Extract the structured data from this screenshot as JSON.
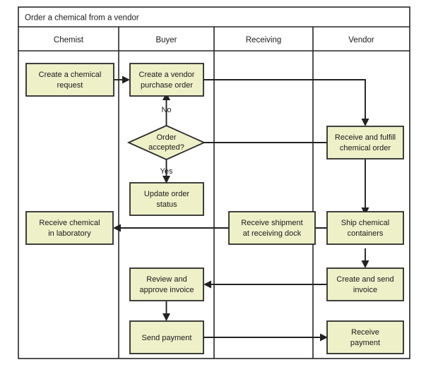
{
  "diagram": {
    "title": "Order a chemical from a vendor",
    "type": "cross-functional-flowchart",
    "lanes": [
      {
        "id": "chemist",
        "label": "Chemist"
      },
      {
        "id": "buyer",
        "label": "Buyer"
      },
      {
        "id": "receiving",
        "label": "Receiving"
      },
      {
        "id": "vendor",
        "label": "Vendor"
      }
    ],
    "nodes": [
      {
        "id": "create-chemical-request",
        "lane": "chemist",
        "shape": "process",
        "line1": "Create a chemical",
        "line2": "request"
      },
      {
        "id": "create-vendor-purchase-order",
        "lane": "buyer",
        "shape": "process",
        "line1": "Create a vendor",
        "line2": "purchase order"
      },
      {
        "id": "order-accepted",
        "lane": "buyer",
        "shape": "decision",
        "line1": "Order",
        "line2": "accepted?"
      },
      {
        "id": "update-order-status",
        "lane": "buyer",
        "shape": "process",
        "line1": "Update order",
        "line2": "status"
      },
      {
        "id": "receive-chemical-in-laboratory",
        "lane": "chemist",
        "shape": "process",
        "line1": "Receive chemical",
        "line2": "in laboratory"
      },
      {
        "id": "receive-shipment-at-receiving-dock",
        "lane": "receiving",
        "shape": "process",
        "line1": "Receive shipment",
        "line2": "at receiving dock"
      },
      {
        "id": "receive-and-fulfill-chemical-order",
        "lane": "vendor",
        "shape": "process",
        "line1": "Receive and fulfill",
        "line2": "chemical order"
      },
      {
        "id": "ship-chemical-containers",
        "lane": "vendor",
        "shape": "process",
        "line1": "Ship chemical",
        "line2": "containers"
      },
      {
        "id": "review-and-approve-invoice",
        "lane": "buyer",
        "shape": "process",
        "line1": "Review and",
        "line2": "approve invoice"
      },
      {
        "id": "create-and-send-invoice",
        "lane": "vendor",
        "shape": "process",
        "line1": "Create and send",
        "line2": "invoice"
      },
      {
        "id": "send-payment",
        "lane": "buyer",
        "shape": "process",
        "line1": "Send payment",
        "line2": ""
      },
      {
        "id": "receive-payment",
        "lane": "vendor",
        "shape": "process",
        "line1": "Receive",
        "line2": "payment"
      }
    ],
    "edge_labels": {
      "decision_no": "No",
      "decision_yes": "Yes"
    },
    "colors": {
      "node_fill": "#eef0c8",
      "node_stroke": "#2b2b2b",
      "frame_stroke": "#262626",
      "connector": "#222222",
      "background": "#ffffff",
      "text": "#1a1a1a"
    }
  }
}
